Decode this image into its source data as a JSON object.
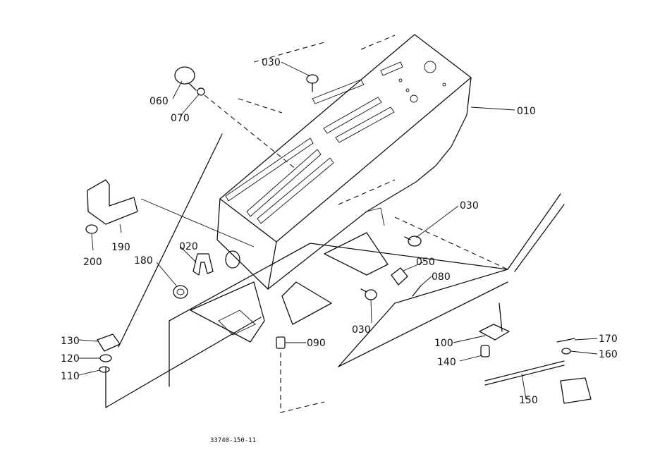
{
  "drawing_reference": "33740-150-11",
  "part_labels": {
    "p010": "010",
    "p020": "020",
    "p030_top": "030",
    "p030_right": "030",
    "p030_bottom": "030",
    "p050": "050",
    "p060": "060",
    "p070": "070",
    "p080": "080",
    "p090": "090",
    "p100": "100",
    "p110": "110",
    "p120": "120",
    "p130": "130",
    "p140": "140",
    "p150": "150",
    "p160": "160",
    "p170": "170",
    "p180": "180",
    "p190": "190",
    "p200": "200"
  }
}
